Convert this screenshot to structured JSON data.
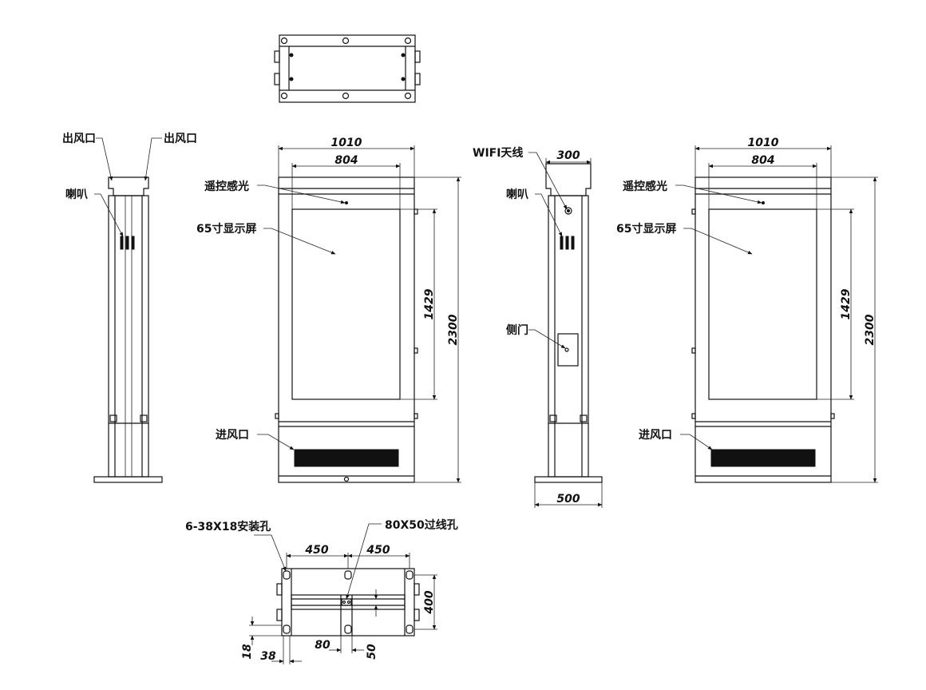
{
  "labels": {
    "air_outlet_left": "出风口",
    "air_outlet_right": "出风口",
    "speaker_side1": "喇叭",
    "speaker_side2": "喇叭",
    "remote_sensor_front1": "遥控感光",
    "remote_sensor_front2": "遥控感光",
    "display_front1": "65寸显示屏",
    "display_front2": "65寸显示屏",
    "air_inlet_front1": "进风口",
    "air_inlet_front2": "进风口",
    "wifi_antenna": "WIFI天线",
    "side_door": "侧门",
    "mount_holes": "6-38X18安装孔",
    "cable_hole": "80X50过线孔"
  },
  "dimensions": {
    "front1_width": "1010",
    "front1_screen_width": "804",
    "front1_screen_height": "1429",
    "front1_height": "2300",
    "side2_top_width": "300",
    "side2_base_width": "500",
    "front2_width": "1010",
    "front2_screen_width": "804",
    "front2_screen_height": "1429",
    "front2_height": "2300",
    "base_hole_spacing_left": "450",
    "base_hole_spacing_right": "450",
    "base_depth": "400",
    "base_hole_height": "18",
    "base_hole_width": "38",
    "cable_hole_width": "80",
    "cable_hole_height": "50"
  }
}
